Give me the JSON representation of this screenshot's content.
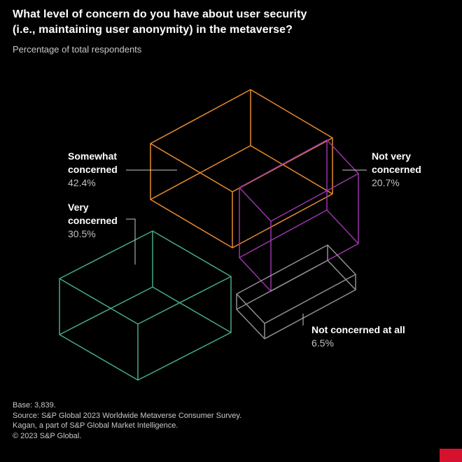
{
  "header": {
    "title_line1": "What level of concern do you have about user security",
    "title_line2": "(i.e., maintaining user anonymity) in the metaverse?",
    "subtitle": "Percentage of total respondents"
  },
  "chart_data": {
    "type": "bar",
    "variant": "3d-wireframe-boxes",
    "title": "What level of concern do you have about user security (i.e., maintaining user anonymity) in the metaverse?",
    "subtitle": "Percentage of total respondents",
    "unit": "%",
    "categories": [
      "Somewhat concerned",
      "Very concerned",
      "Not very concerned",
      "Not concerned at all"
    ],
    "values": [
      42.4,
      30.5,
      20.7,
      6.5
    ],
    "colors": [
      "#E98C2F",
      "#45A98D",
      "#9A35A8",
      "#8F8F8F"
    ],
    "leader_line_color": "#C8C8C8",
    "background": "#000000",
    "legend_position": "none",
    "grid": false
  },
  "labels": {
    "somewhat": {
      "line1": "Somewhat",
      "line2": "concerned",
      "value": "42.4%"
    },
    "very": {
      "line1": "Very",
      "line2": "concerned",
      "value": "30.5%"
    },
    "not_very": {
      "line1": "Not very",
      "line2": "concerned",
      "value": "20.7%"
    },
    "not_at_all": {
      "line1": "Not concerned at all",
      "value": "6.5%"
    }
  },
  "footer": {
    "base": "Base: 3,839.",
    "source": "Source: S&P Global 2023 Worldwide Metaverse Consumer Survey.",
    "kagan": "Kagan, a part of S&P Global Market Intelligence.",
    "copyright": "© 2023 S&P Global."
  },
  "brand": {
    "mark_color": "#D6112E"
  }
}
